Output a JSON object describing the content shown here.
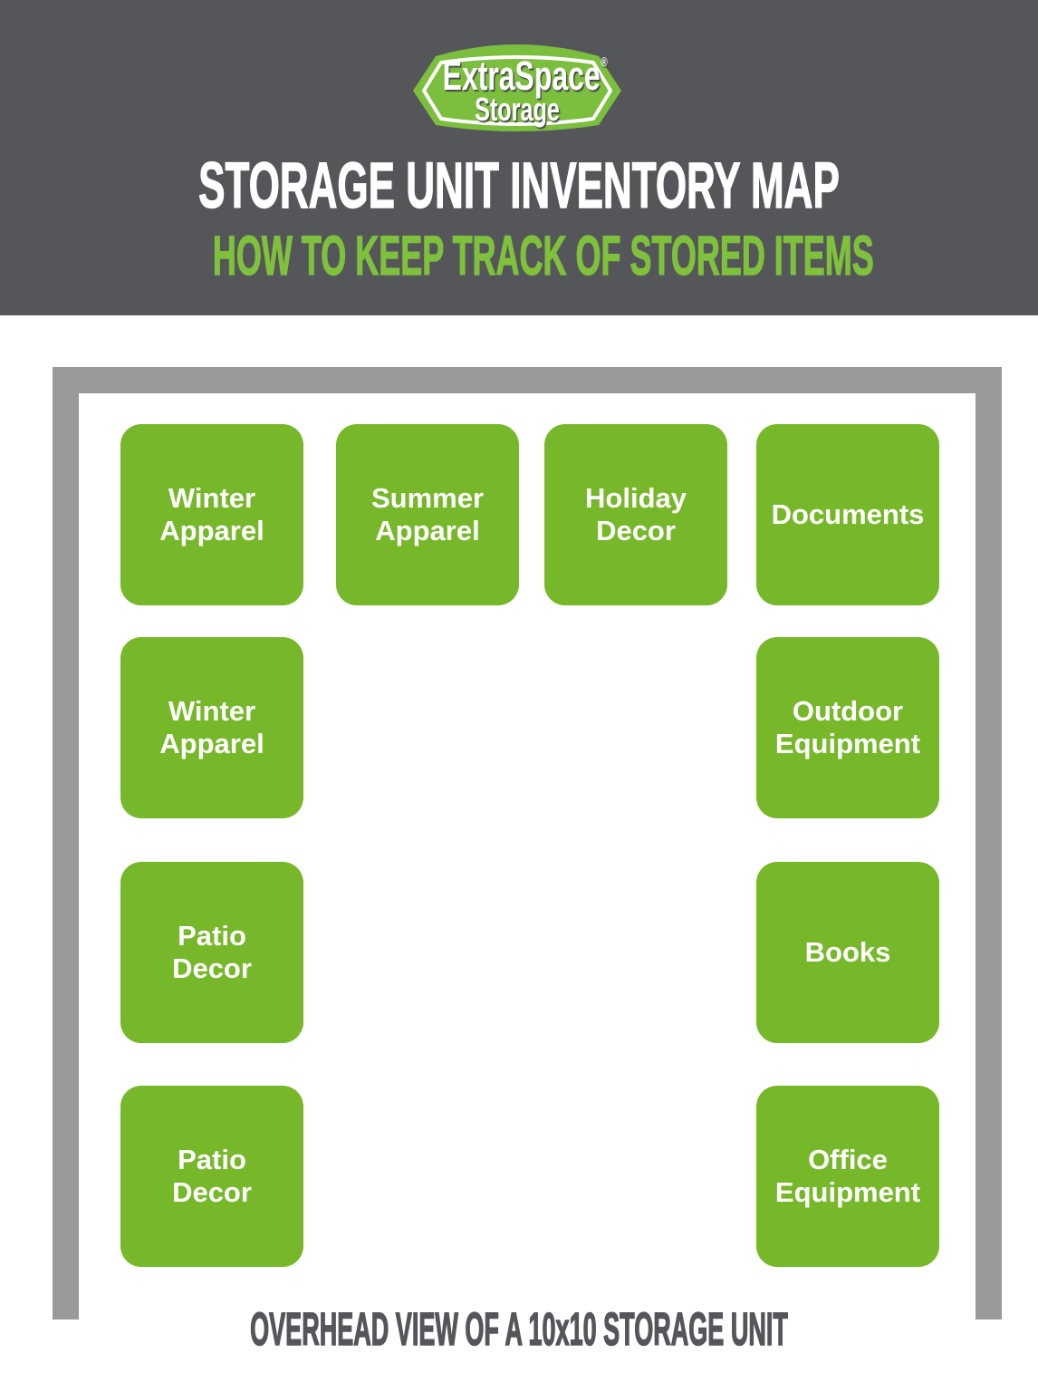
{
  "header": {
    "logo": {
      "brand_top": "ExtraSpace",
      "brand_registered": "®",
      "brand_bottom": "Storage"
    },
    "title": "STORAGE UNIT INVENTORY MAP",
    "subtitle": "HOW TO KEEP TRACK OF STORED ITEMS"
  },
  "unit_map": {
    "boxes": [
      {
        "id": "winter-apparel-1",
        "label": "Winter\nApparel"
      },
      {
        "id": "summer-apparel",
        "label": "Summer\nApparel"
      },
      {
        "id": "holiday-decor",
        "label": "Holiday\nDecor"
      },
      {
        "id": "documents",
        "label": "Documents"
      },
      {
        "id": "winter-apparel-2",
        "label": "Winter\nApparel"
      },
      {
        "id": "outdoor-equipment",
        "label": "Outdoor\nEquipment"
      },
      {
        "id": "patio-decor-1",
        "label": "Patio\nDecor"
      },
      {
        "id": "books",
        "label": "Books"
      },
      {
        "id": "patio-decor-2",
        "label": "Patio\nDecor"
      },
      {
        "id": "office-equipment",
        "label": "Office\nEquipment"
      }
    ],
    "caption": "OVERHEAD VIEW OF A 10x10 STORAGE UNIT"
  },
  "colors": {
    "header_background": "#55565A",
    "box_green": "#76B82A",
    "subtitle_green": "#7FC03C",
    "logo_green": "#7CBE3D",
    "wall_gray": "#999999",
    "caption_gray": "#54565B",
    "text_white": "#FFFFFF"
  }
}
